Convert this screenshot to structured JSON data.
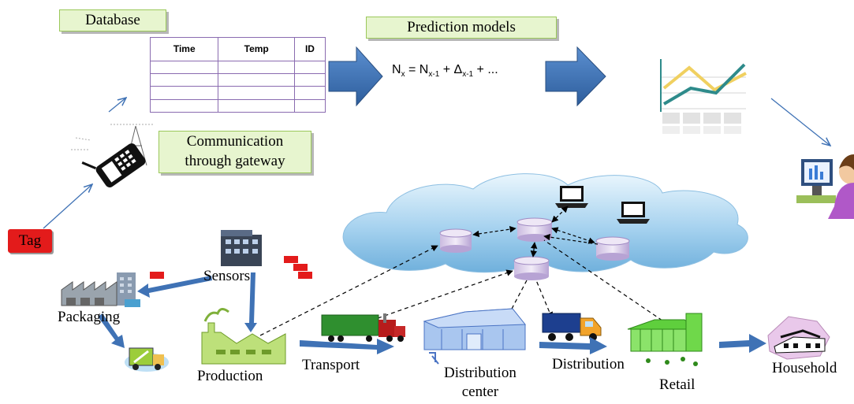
{
  "database": {
    "title": "Database",
    "columns": [
      "Time",
      "Temp",
      "ID"
    ]
  },
  "prediction": {
    "title": "Prediction models",
    "formula": {
      "n": "N",
      "x": "x",
      "eq": " = ",
      "n2": "N",
      "x1": "x-1",
      "plus1": " + ",
      "delta": "Δ",
      "x2": "x-1",
      "plus2": " + ..."
    }
  },
  "communication": {
    "line1": "Communication",
    "line2": "through gateway"
  },
  "tag": {
    "label": "Tag"
  },
  "nodes": {
    "sensors": "Sensors",
    "packaging": "Packaging",
    "production": "Production",
    "transport": "Transport",
    "distribution_center_line1": "Distribution",
    "distribution_center_line2": "center",
    "distribution": "Distribution",
    "retail": "Retail",
    "household": "Household"
  },
  "colors": {
    "arrow_blue": "#3f72b5",
    "box_fill": "#e7f5cf",
    "box_border": "#9bc85b",
    "tag_red": "#e31b1b",
    "cloud": "#a9d3ef",
    "table_border": "#8a6bb0"
  }
}
